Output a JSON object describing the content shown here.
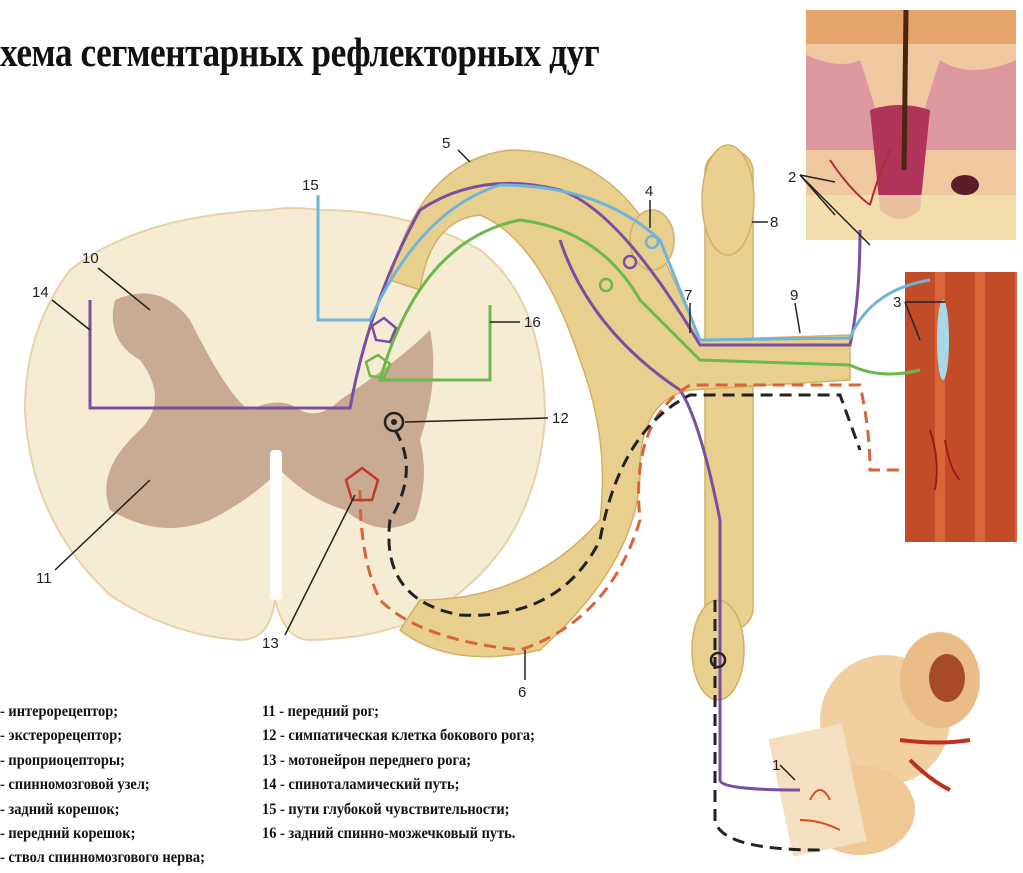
{
  "title": "хема сегментарных рефлекторных дуг",
  "callouts": [
    "1",
    "2",
    "3",
    "4",
    "5",
    "6",
    "7",
    "8",
    "9",
    "10",
    "11",
    "12",
    "13",
    "14",
    "15",
    "16"
  ],
  "legend_left": [
    "- интерорецептор;",
    "- экстерорецептор;",
    "- проприоцепторы;",
    "- спинномозговой узел;",
    "- задний корешок;",
    "- передний корешок;",
    "- ствол спинномозгового нерва;"
  ],
  "legend_right": [
    "11 - передний рог;",
    "12 - симпатическая клетка бокового рога;",
    "13 - мотонейрон переднего рога;",
    "14 - спиноталамический путь;",
    "15 - пути глубокой чувствительности;",
    "16 - задний спинно-мозжечковый путь."
  ],
  "colors": {
    "sensory_interoceptor": "#7b4fa0",
    "sensory_exteroceptor": "#6fb3d8",
    "sensory_proprioceptor": "#6cb84a",
    "motor_dashed": "#d9643a",
    "sympathetic_dashed": "#222222",
    "nerve_tissue": "#e9cf8e",
    "white_matter": "#f6ecd4",
    "grey_matter": "#c9aa92"
  }
}
